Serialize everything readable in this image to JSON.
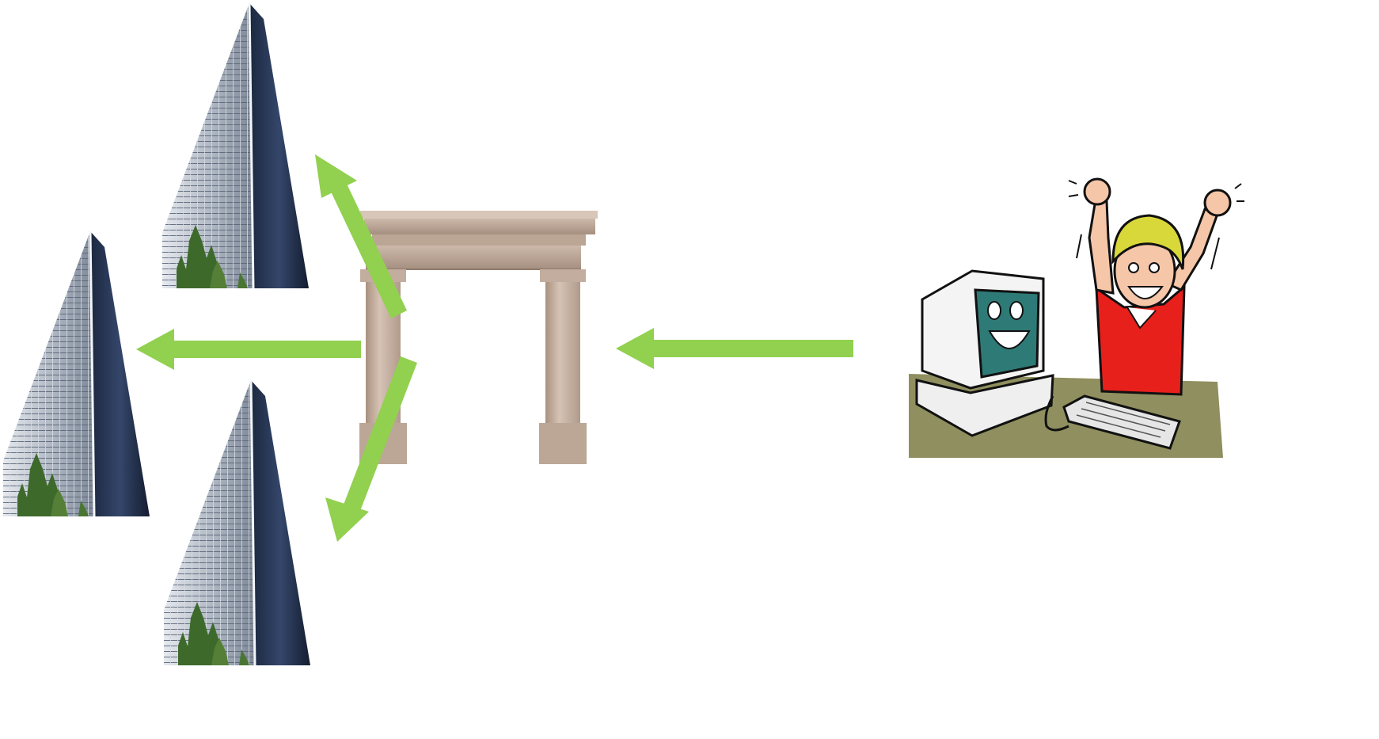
{
  "diagram": {
    "nodes": [
      {
        "id": "building-top",
        "kind": "building"
      },
      {
        "id": "building-middle",
        "kind": "building"
      },
      {
        "id": "building-bottom",
        "kind": "building"
      },
      {
        "id": "gateway",
        "kind": "stone-gateway-arch"
      },
      {
        "id": "user",
        "kind": "person-at-computer"
      }
    ],
    "edges": [
      {
        "from": "user",
        "to": "gateway"
      },
      {
        "from": "gateway",
        "to": "building-top"
      },
      {
        "from": "gateway",
        "to": "building-middle"
      },
      {
        "from": "gateway",
        "to": "building-bottom"
      }
    ],
    "colors": {
      "arrow": "#92d050",
      "glass_dark": "#2b3a55",
      "glass_light": "#c5ccd6",
      "tree": "#3f6b2a",
      "stone": "#c9b3a4",
      "desk": "#8f8f5f",
      "monitor_screen": "#2e7a77",
      "shirt": "#e8201c",
      "hair": "#d9d83a",
      "skin": "#f6c6a8"
    }
  }
}
